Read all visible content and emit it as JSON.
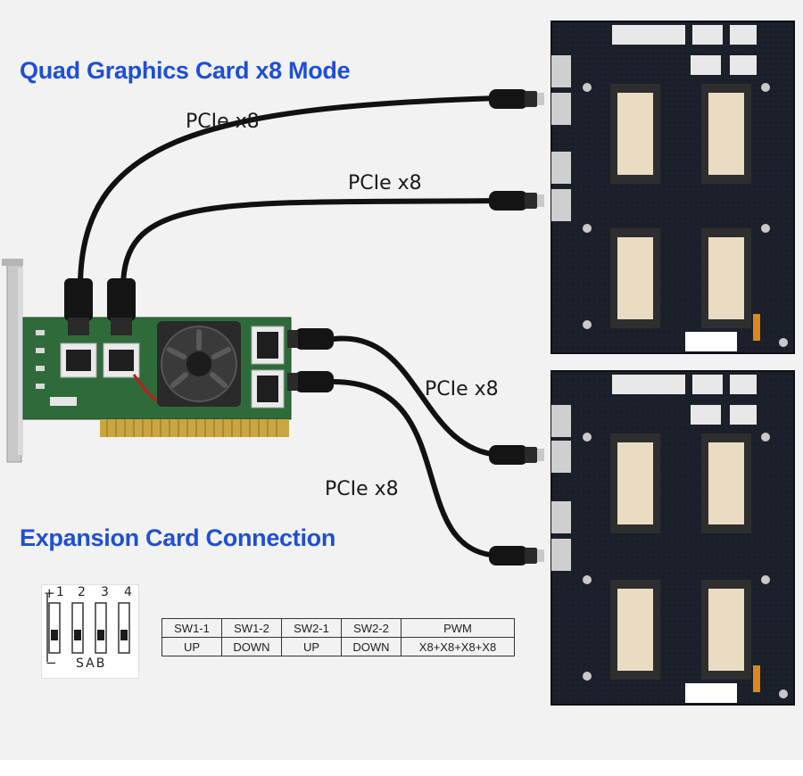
{
  "headings": {
    "top": "Quad Graphics Card x8 Mode",
    "bottom": "Expansion Card Connection"
  },
  "cable_labels": [
    "PCIe x8",
    "PCIe x8",
    "PCIe x8",
    "PCIe x8"
  ],
  "switch_icon": {
    "numbers": [
      "1",
      "2",
      "3",
      "4"
    ],
    "plus": "+",
    "minus": "−",
    "text": "SAB"
  },
  "switch_table": {
    "headers": [
      "SW1-1",
      "SW1-2",
      "SW2-1",
      "SW2-2",
      "PWM"
    ],
    "values": [
      "UP",
      "DOWN",
      "UP",
      "DOWN",
      "X8+X8+X8+X8"
    ]
  },
  "colors": {
    "heading": "#1e4fd6",
    "pcb_green": "#2f6b3a",
    "board_dark": "#1b1f2a",
    "cable": "#111111"
  }
}
